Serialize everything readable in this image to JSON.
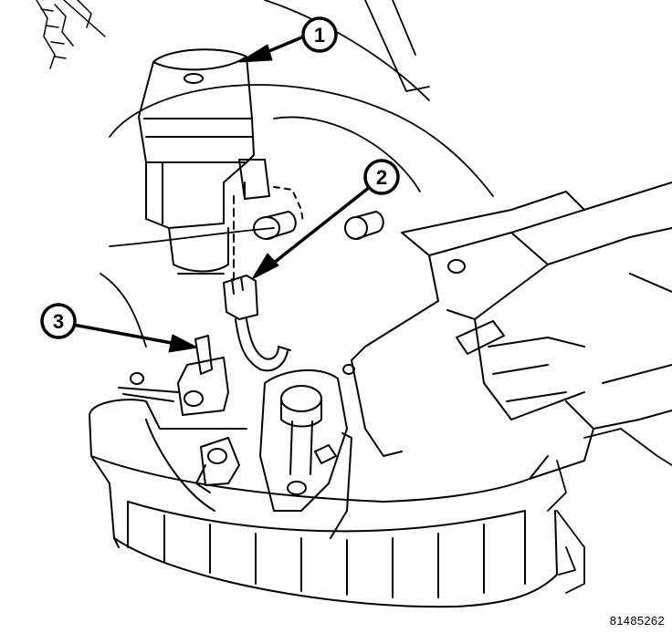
{
  "figure": {
    "figure_id": "81485262",
    "colors": {
      "line": "#000000",
      "background": "#ffffff"
    }
  },
  "callouts": [
    {
      "number": "1"
    },
    {
      "number": "2"
    },
    {
      "number": "3"
    }
  ]
}
